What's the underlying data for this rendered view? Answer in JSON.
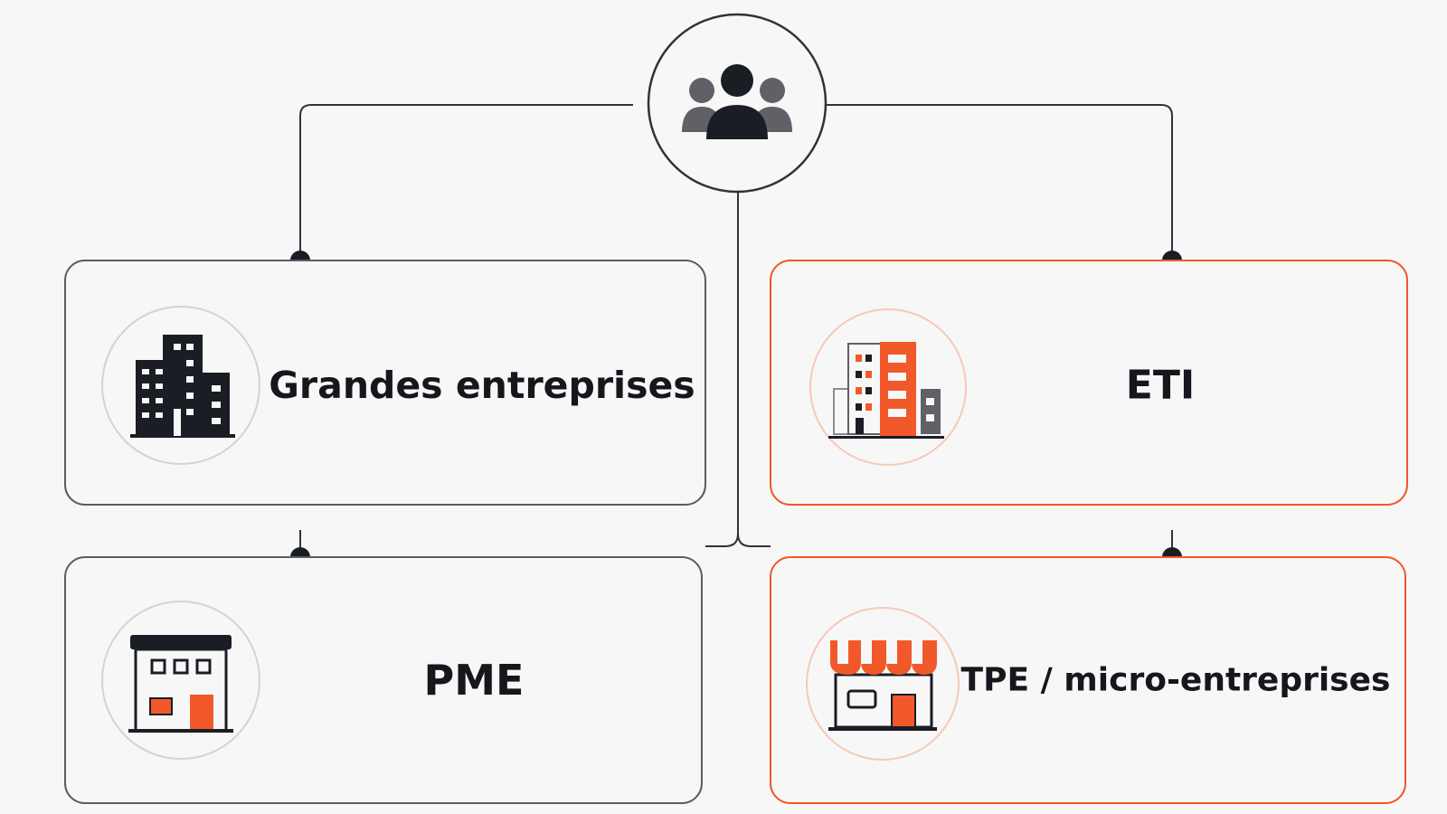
{
  "colors": {
    "accent": "#f1592a",
    "dark": "#1a1d24",
    "gray": "#5f6166",
    "line": "#2f3238",
    "neutral_border": "#5a5d63"
  },
  "root": {
    "icon": "group-of-people-icon"
  },
  "cards": [
    {
      "label": "Grandes entreprises",
      "icon": "office-towers-icon",
      "variant": "neutral"
    },
    {
      "label": "ETI",
      "icon": "mid-size-building-icon",
      "variant": "accent"
    },
    {
      "label": "PME",
      "icon": "small-office-building-icon",
      "variant": "neutral"
    },
    {
      "label": "TPE / micro-entreprises",
      "icon": "storefront-awning-icon",
      "variant": "accent"
    }
  ]
}
